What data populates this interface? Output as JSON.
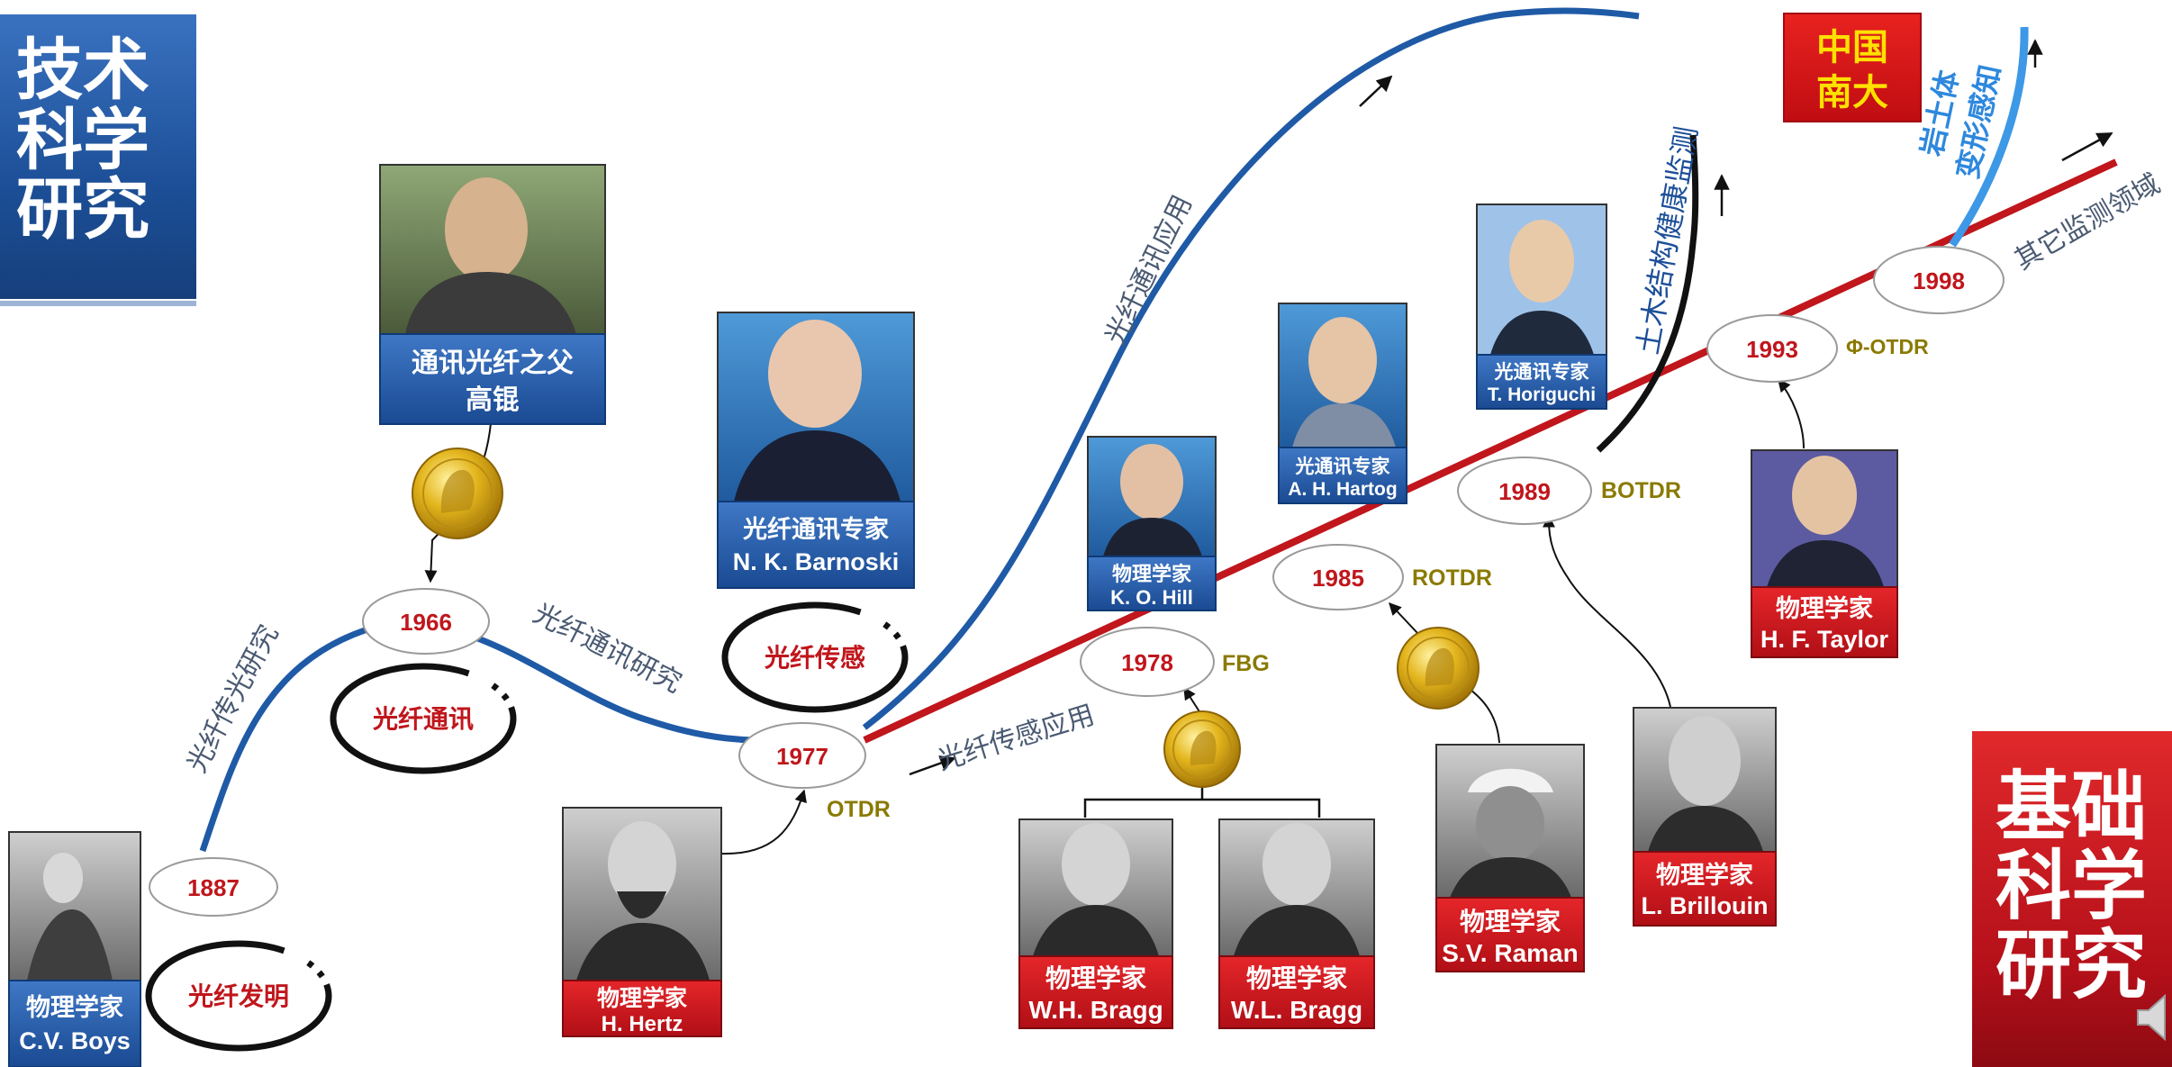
{
  "corners": {
    "tech_research": "技术\n科学\n研究",
    "basic_research": "基础\n科学\n研究",
    "china_univ": "中国\n南大"
  },
  "years": {
    "y1887": "1887",
    "y1966": "1966",
    "y1977": "1977",
    "y1978": "1978",
    "y1985": "1985",
    "y1989": "1989",
    "y1993": "1993",
    "y1998": "1998"
  },
  "technologies": {
    "otdr": "OTDR",
    "fbg": "FBG",
    "rotdr": "ROTDR",
    "botdr": "BOTDR",
    "phi_otdr": "Φ-OTDR"
  },
  "curve_labels": {
    "light_guide_research": "光纤传光研究",
    "comm_research": "光纤通讯研究",
    "comm_application": "光纤通讯应用",
    "sensing_application": "光纤传感应用",
    "shm": "土木结构健康监测",
    "geo_sensing": "岩土体\n变形感知",
    "other_fields": "其它监测领域"
  },
  "fields": {
    "invention": "光纤发明",
    "communication": "光纤通讯",
    "sensing": "光纤传感"
  },
  "people": {
    "kao_title": "通讯光纤之父",
    "kao_name": "高锟",
    "barnoski_title": "光纤通讯专家",
    "barnoski_name": "N. K. Barnoski",
    "hill_title": "物理学家",
    "hill_name": "K. O. Hill",
    "hartog_title": "光通讯专家",
    "hartog_name": "A. H. Hartog",
    "horiguchi_title": "光通讯专家",
    "horiguchi_name": "T. Horiguchi",
    "boys_title": "物理学家",
    "boys_name": "C.V. Boys",
    "hertz_title": "物理学家",
    "hertz_name": "H. Hertz",
    "whbragg_title": "物理学家",
    "whbragg_name": "W.H. Bragg",
    "wlbragg_title": "物理学家",
    "wlbragg_name": "W.L. Bragg",
    "raman_title": "物理学家",
    "raman_name": "S.V. Raman",
    "brillouin_title": "物理学家",
    "brillouin_name": "L. Brillouin",
    "taylor_title": "物理学家",
    "taylor_name": "H. F. Taylor"
  },
  "colors": {
    "blue_curve": "#1f5aa6",
    "red_line": "#c0161c",
    "year_text": "#c0161c",
    "tech_text": "#8a7a00",
    "label_text": "#4a5a72",
    "blue_caption": "#1d4f99",
    "red_caption": "#c4161c"
  }
}
